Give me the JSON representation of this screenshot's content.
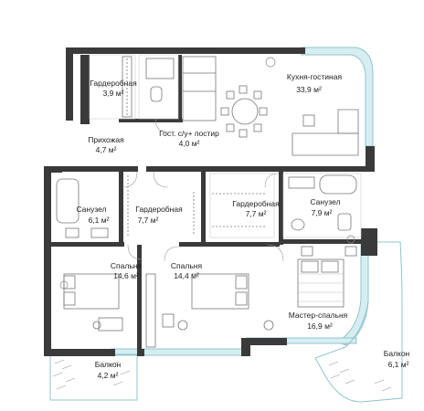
{
  "colors": {
    "wall": "#3a3a3a",
    "glass": "#d6eef2",
    "glass_stroke": "#8fc4cc",
    "fixture": "#777777",
    "floor": "#ffffff",
    "text": "#222222"
  },
  "rooms": {
    "wardrobe_hall": {
      "name": "Гардеробная",
      "area": "3,9 м²"
    },
    "hallway": {
      "name": "Прихожая",
      "area": "4,7 м²"
    },
    "guest_wc": {
      "name": "Гост. с/у+ постир",
      "area": "4,0 м²"
    },
    "kitchen_living": {
      "name": "Кухня-гостиная",
      "area": "33,9 м²"
    },
    "bathroom_1": {
      "name": "Санузел",
      "area": "6,1 м²"
    },
    "wardrobe_center": {
      "name": "Гардеробная",
      "area": "7,7 м²"
    },
    "wardrobe_right": {
      "name": "Гардеробная",
      "area": "7,7 м²"
    },
    "bathroom_2": {
      "name": "Санузел",
      "area": "7,9 м²"
    },
    "bedroom_1": {
      "name": "Спальня",
      "area": "14,6 м²"
    },
    "bedroom_2": {
      "name": "Спальня",
      "area": "14,4 м²"
    },
    "master_bedroom": {
      "name": "Мастер-спальня",
      "area": "16,9 м²"
    },
    "balcony_left": {
      "name": "Балкон",
      "area": "4,2 м²"
    },
    "balcony_right": {
      "name": "Балкон",
      "area": "6,1 м²"
    }
  }
}
